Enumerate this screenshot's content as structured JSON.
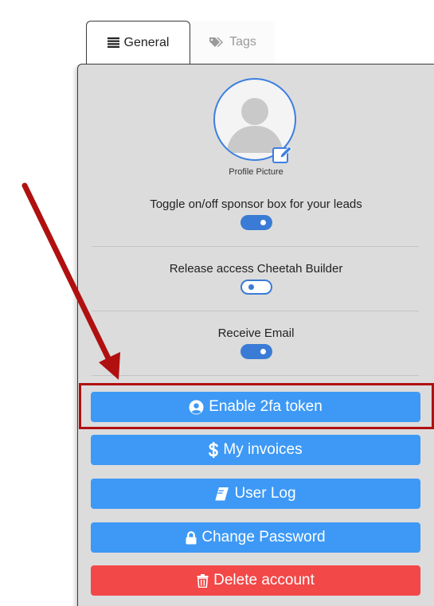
{
  "tabs": [
    {
      "label": "General",
      "icon": "list-icon",
      "active": true
    },
    {
      "label": "Tags",
      "icon": "tags-icon",
      "active": false
    }
  ],
  "profile": {
    "label": "Profile Picture"
  },
  "settings": [
    {
      "label": "Toggle on/off sponsor box for your leads",
      "enabled": true
    },
    {
      "label": "Release access Cheetah Builder",
      "enabled": false
    },
    {
      "label": "Receive Email",
      "enabled": true
    }
  ],
  "buttons": [
    {
      "label": "Enable 2fa token",
      "icon": "user-circle-icon",
      "color": "#3d99f5"
    },
    {
      "label": "My invoices",
      "icon": "dollar-icon",
      "color": "#3d99f5"
    },
    {
      "label": "User Log",
      "icon": "book-icon",
      "color": "#3d99f5"
    },
    {
      "label": "Change Password",
      "icon": "lock-icon",
      "color": "#3d99f5"
    },
    {
      "label": "Delete account",
      "icon": "trash-icon",
      "color": "#f24848"
    }
  ],
  "annotation": {
    "highlight_color": "#b01010"
  }
}
